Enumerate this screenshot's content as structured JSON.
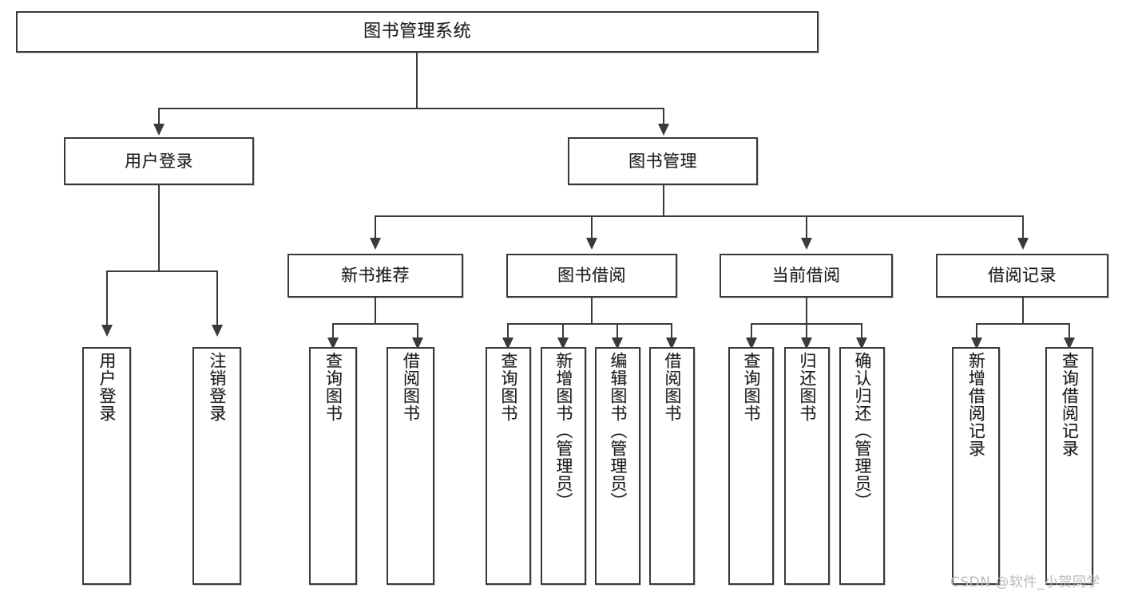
{
  "diagram": {
    "title": "图书管理系统",
    "watermark": "CSDN @软件_小贺同学",
    "type": "tree-hierarchy",
    "orientation": "top-down",
    "colors": {
      "stroke": "#3a3a3a",
      "fill": "#ffffff",
      "text": "#1b1b1b",
      "watermark": "#b9b9b9"
    }
  },
  "nodes": {
    "root": {
      "label": "图书管理系统",
      "level": 1
    },
    "level2": [
      {
        "id": "user-login",
        "label": "用户登录"
      },
      {
        "id": "book-management",
        "label": "图书管理"
      }
    ],
    "level3": [
      {
        "id": "new-book-recommend",
        "label": "新书推荐"
      },
      {
        "id": "book-borrow",
        "label": "图书借阅"
      },
      {
        "id": "current-borrow",
        "label": "当前借阅"
      },
      {
        "id": "borrow-record",
        "label": "借阅记录"
      }
    ],
    "leaves": {
      "user-login": [
        {
          "id": "leaf-user-login",
          "label": "用户登录"
        },
        {
          "id": "leaf-logout",
          "label": "注销登录"
        }
      ],
      "new-book-recommend": [
        {
          "id": "leaf-query-book-1",
          "label": "查询图书"
        },
        {
          "id": "leaf-borrow-book-1",
          "label": "借阅图书"
        }
      ],
      "book-borrow": [
        {
          "id": "leaf-query-book-2",
          "label": "查询图书"
        },
        {
          "id": "leaf-add-book",
          "label": "新增图书（管理员）"
        },
        {
          "id": "leaf-edit-book",
          "label": "编辑图书（管理员）"
        },
        {
          "id": "leaf-borrow-book-2",
          "label": "借阅图书"
        }
      ],
      "current-borrow": [
        {
          "id": "leaf-query-book-3",
          "label": "查询图书"
        },
        {
          "id": "leaf-return-book",
          "label": "归还图书"
        },
        {
          "id": "leaf-confirm-return",
          "label": "确认归还（管理员）"
        }
      ],
      "borrow-record": [
        {
          "id": "leaf-add-record",
          "label": "新增借阅记录"
        },
        {
          "id": "leaf-query-record",
          "label": "查询借阅记录"
        }
      ]
    }
  }
}
